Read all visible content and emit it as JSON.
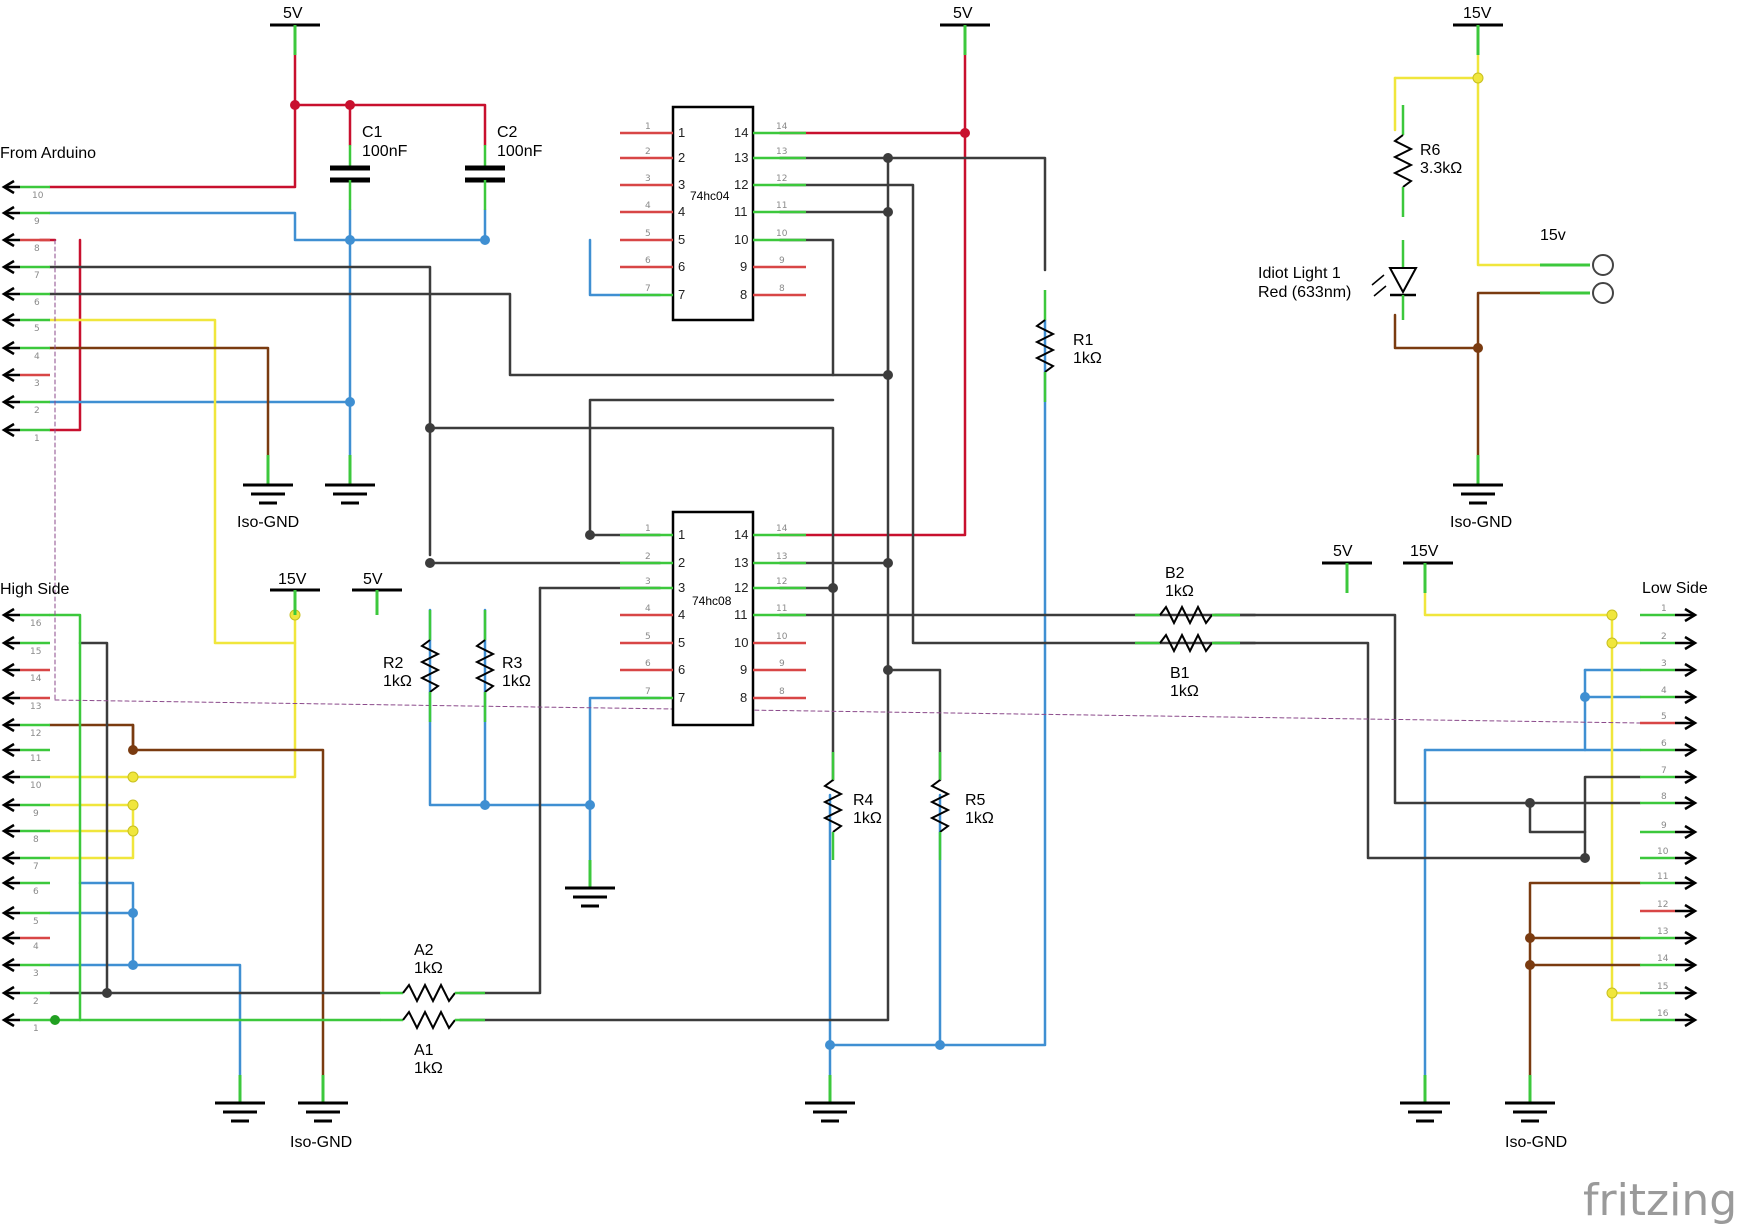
{
  "labels": {
    "from_arduino": "From Arduino",
    "high_side": "High Side",
    "low_side": "Low Side",
    "logo": "fritzing"
  },
  "power": {
    "v5": "5V",
    "v15": "15V",
    "v15_lower": "15v",
    "iso_gnd": "Iso-GND"
  },
  "capacitors": [
    {
      "name": "C1",
      "value": "100nF"
    },
    {
      "name": "C2",
      "value": "100nF"
    }
  ],
  "chips": [
    {
      "name": "74hc04"
    },
    {
      "name": "74hc08"
    }
  ],
  "resistors": [
    {
      "name": "R1",
      "value": "1kΩ"
    },
    {
      "name": "R2",
      "value": "1kΩ"
    },
    {
      "name": "R3",
      "value": "1kΩ"
    },
    {
      "name": "R4",
      "value": "1kΩ"
    },
    {
      "name": "R5",
      "value": "1kΩ"
    },
    {
      "name": "R6",
      "value": "3.3kΩ"
    },
    {
      "name": "A1",
      "value": "1kΩ"
    },
    {
      "name": "A2",
      "value": "1kΩ"
    },
    {
      "name": "B1",
      "value": "1kΩ"
    },
    {
      "name": "B2",
      "value": "1kΩ"
    }
  ],
  "led": {
    "name": "Idiot Light 1",
    "color": "Red (633nm)"
  },
  "colors": {
    "red": "#c8102e",
    "blue": "#3f8fd2",
    "yellow": "#f0e63c",
    "brown": "#7a3b10",
    "dark": "#3c3c3c",
    "green": "#3cc83c",
    "pin_unused": "#d84646",
    "purple": "#8b4a8b"
  }
}
